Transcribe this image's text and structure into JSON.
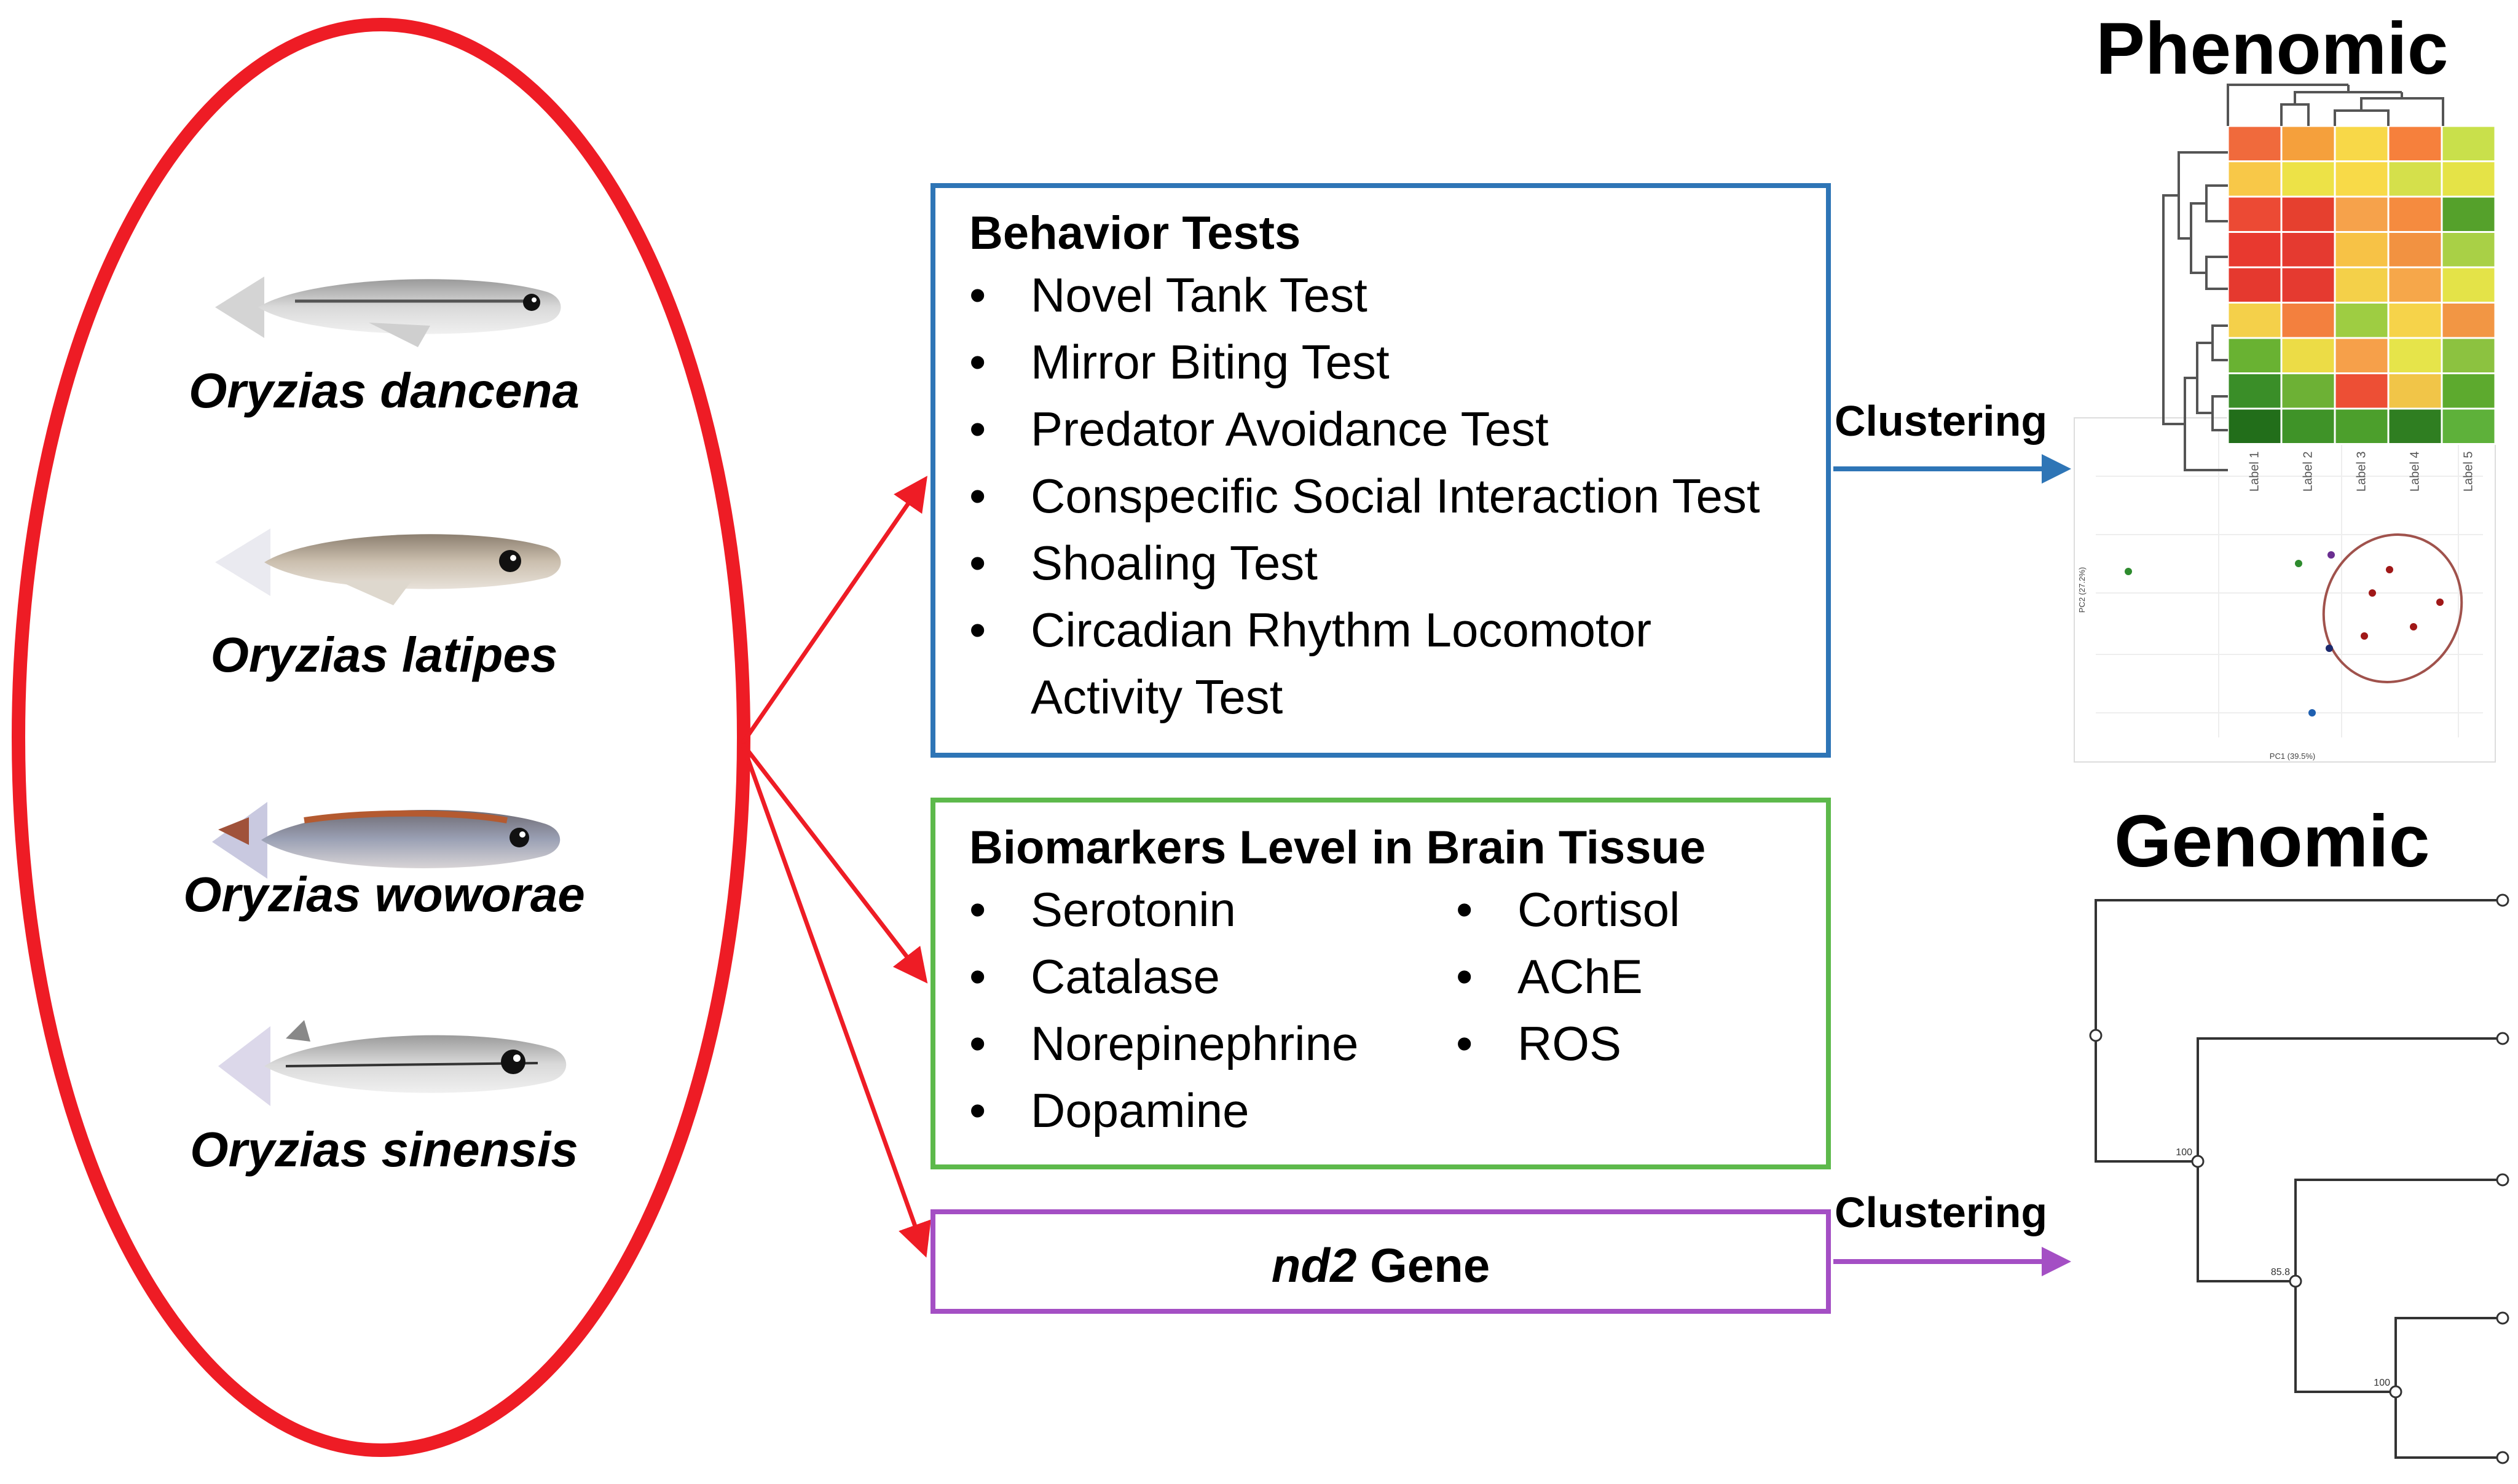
{
  "species": [
    {
      "name": "Oryzias dancena"
    },
    {
      "name": "Oryzias latipes"
    },
    {
      "name": "Oryzias woworae"
    },
    {
      "name": "Oryzias sinensis"
    }
  ],
  "behavior": {
    "title": "Behavior Tests",
    "items": [
      "Novel Tank Test",
      "Mirror Biting Test",
      "Predator Avoidance Test",
      "Conspecific Social Interaction Test",
      "Shoaling Test",
      "Circadian Rhythm Locomotor",
      "Activity Test"
    ]
  },
  "biomarkers": {
    "title": "Biomarkers Level in Brain Tissue",
    "col1": [
      "Serotonin",
      "Catalase",
      "Norepinephrine",
      "Dopamine"
    ],
    "col2": [
      "Cortisol",
      "AChE",
      "ROS"
    ]
  },
  "gene": {
    "italic": "nd2",
    "rest": " Gene"
  },
  "clustering_label": "Clustering",
  "phenomic": {
    "title": "Phenomic",
    "heatmap_labels": [
      "Label 1",
      "Label 2",
      "Label 3",
      "Label 4",
      "Label 5"
    ],
    "heatmap_rows": [
      [
        "#F06A3C",
        "#F5A03C",
        "#F8D848",
        "#F6803C",
        "#C9E04B"
      ],
      [
        "#F8C848",
        "#EDE247",
        "#F8DA48",
        "#D5E04B",
        "#E5E347"
      ],
      [
        "#EC4A34",
        "#E6402F",
        "#F6A24B",
        "#F58B3F",
        "#55A12B"
      ],
      [
        "#E8392F",
        "#E53A30",
        "#F7C246",
        "#F29241",
        "#A9D046"
      ],
      [
        "#E5392F",
        "#E53A30",
        "#F4D049",
        "#F6A74A",
        "#E4E348"
      ],
      [
        "#F4D04A",
        "#F3803E",
        "#9ECD42",
        "#F6D34A",
        "#F29644"
      ],
      [
        "#69B232",
        "#ECDC46",
        "#F6A04A",
        "#E6E44A",
        "#8CC240"
      ],
      [
        "#3A8E28",
        "#6DB135",
        "#ED4F35",
        "#F1C548",
        "#5DAA2E"
      ],
      [
        "#226E1A",
        "#3F9328",
        "#4C9F2C",
        "#2F7E21",
        "#5EB13A"
      ]
    ],
    "pca_axis_x": "PC1 (39.5%)",
    "pca_axis_y": "PC2 (27.2%)"
  },
  "genomic": {
    "title": "Genomic",
    "node_labels": [
      "100",
      "85.8",
      "100"
    ]
  },
  "colors": {
    "ellipse": "#EE1C25",
    "arrow_red": "#EE1C25",
    "behavior_border": "#2E75B6",
    "biomarker_border": "#5DB94B",
    "gene_border": "#A44FC4",
    "arrow_blue": "#2E75B6",
    "arrow_purple": "#A44FC4"
  }
}
